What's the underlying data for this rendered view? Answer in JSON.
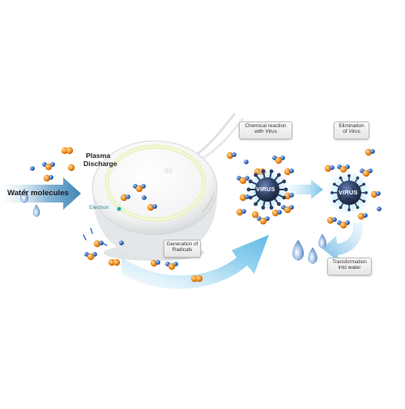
{
  "labels": {
    "water_molecules": "Water molecules",
    "plasma_discharge_line1": "Plasma",
    "plasma_discharge_line2": "Discharge",
    "electron": "Electron",
    "virus_center": "VIRUS",
    "virus_right": "VIRUS"
  },
  "callouts": {
    "chemical_reaction_line1": "Chemical reaction",
    "chemical_reaction_line2": "with Virus",
    "elimination_line1": "Elimination",
    "elimination_line2": "of Virus",
    "generation_line1": "Generation of",
    "generation_line2": "Radicals",
    "transformation_line1": "Transformation",
    "transformation_line2": "into water"
  },
  "colors": {
    "oxygen": "#f08a1c",
    "hydrogen": "#2b63b5",
    "virus": "#2e3f63",
    "virus_glow": "#7fd0ef",
    "arrow": "#8fd1ee"
  }
}
